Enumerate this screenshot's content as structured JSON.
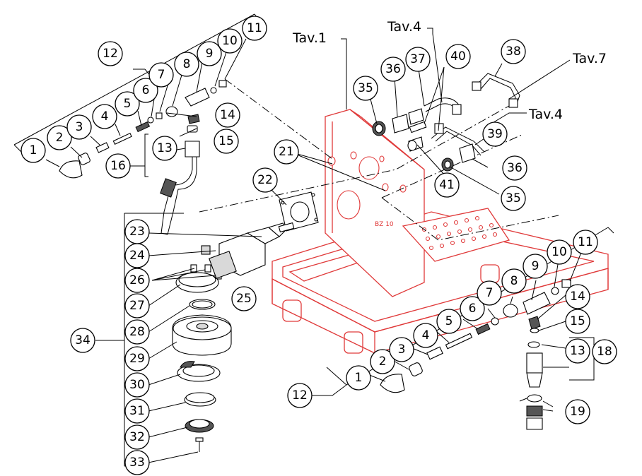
{
  "references": {
    "tav1": "Tav.1",
    "tav4_top": "Tav.4",
    "tav4_right": "Tav.4",
    "tav7": "Tav.7"
  },
  "frame_marking": {
    "model": "BZ 10"
  },
  "callouts": {
    "top_left": [
      "1",
      "2",
      "3",
      "4",
      "5",
      "6",
      "7",
      "8",
      "9",
      "10",
      "11",
      "12",
      "13",
      "14",
      "15",
      "16"
    ],
    "center": [
      "21",
      "22",
      "35",
      "36",
      "37",
      "38",
      "39",
      "40",
      "41",
      "35",
      "36"
    ],
    "group_left": [
      "23",
      "24",
      "25",
      "26",
      "27",
      "28",
      "29",
      "30",
      "31",
      "32",
      "33",
      "34"
    ],
    "bottom_right": [
      "1",
      "2",
      "3",
      "4",
      "5",
      "6",
      "7",
      "8",
      "9",
      "10",
      "11",
      "12",
      "13",
      "14",
      "15",
      "18",
      "19"
    ]
  },
  "colors": {
    "frame": "#e03a3a",
    "line": "#000000"
  }
}
